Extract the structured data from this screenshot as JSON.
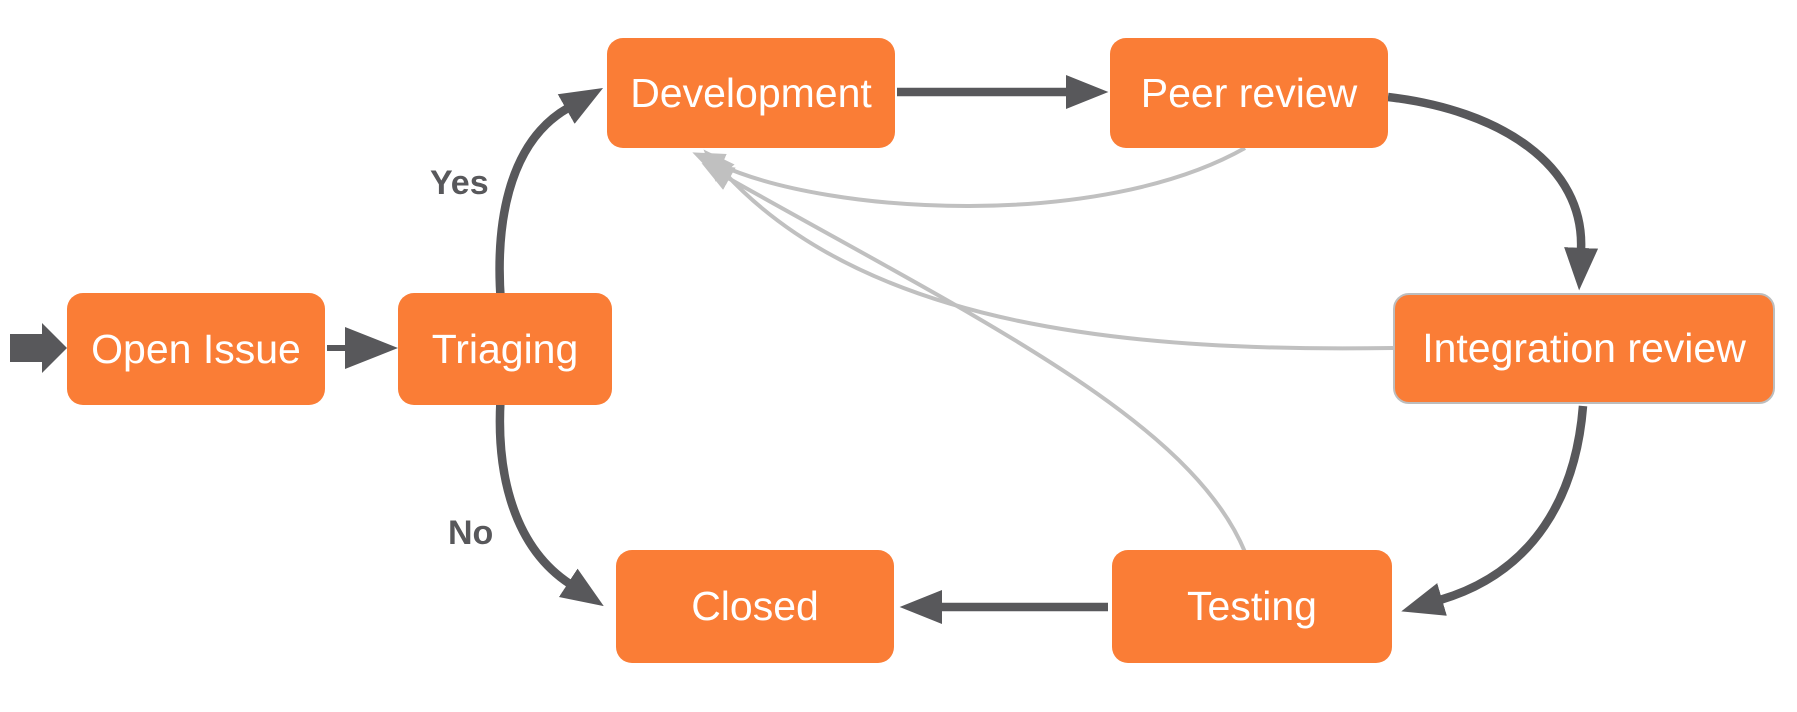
{
  "diagram": {
    "type": "flowchart",
    "background": "#ffffff",
    "colors": {
      "node_fill": "#fa7d36",
      "node_text": "#ffffff",
      "flow_arrow": "#58585b",
      "feedback_arrow": "#c0c0c0",
      "highlighted_node_border": "#bdbdbd",
      "decision_label": "#58585b"
    },
    "nodes": [
      {
        "id": "open-issue",
        "label": "Open Issue"
      },
      {
        "id": "triaging",
        "label": "Triaging"
      },
      {
        "id": "development",
        "label": "Development"
      },
      {
        "id": "peer-review",
        "label": "Peer review"
      },
      {
        "id": "integration-review",
        "label": "Integration review"
      },
      {
        "id": "testing",
        "label": "Testing"
      },
      {
        "id": "closed",
        "label": "Closed"
      }
    ],
    "edges": [
      {
        "from": "start",
        "to": "open-issue",
        "label": "",
        "style": "flow"
      },
      {
        "from": "open-issue",
        "to": "triaging",
        "label": "",
        "style": "flow"
      },
      {
        "from": "triaging",
        "to": "development",
        "label": "Yes",
        "style": "flow"
      },
      {
        "from": "development",
        "to": "peer-review",
        "label": "",
        "style": "flow"
      },
      {
        "from": "peer-review",
        "to": "integration-review",
        "label": "",
        "style": "flow"
      },
      {
        "from": "integration-review",
        "to": "testing",
        "label": "",
        "style": "flow"
      },
      {
        "from": "testing",
        "to": "closed",
        "label": "",
        "style": "flow"
      },
      {
        "from": "triaging",
        "to": "closed",
        "label": "No",
        "style": "flow"
      },
      {
        "from": "peer-review",
        "to": "development",
        "label": "",
        "style": "feedback"
      },
      {
        "from": "integration-review",
        "to": "development",
        "label": "",
        "style": "feedback"
      },
      {
        "from": "testing",
        "to": "development",
        "label": "",
        "style": "feedback"
      }
    ]
  }
}
